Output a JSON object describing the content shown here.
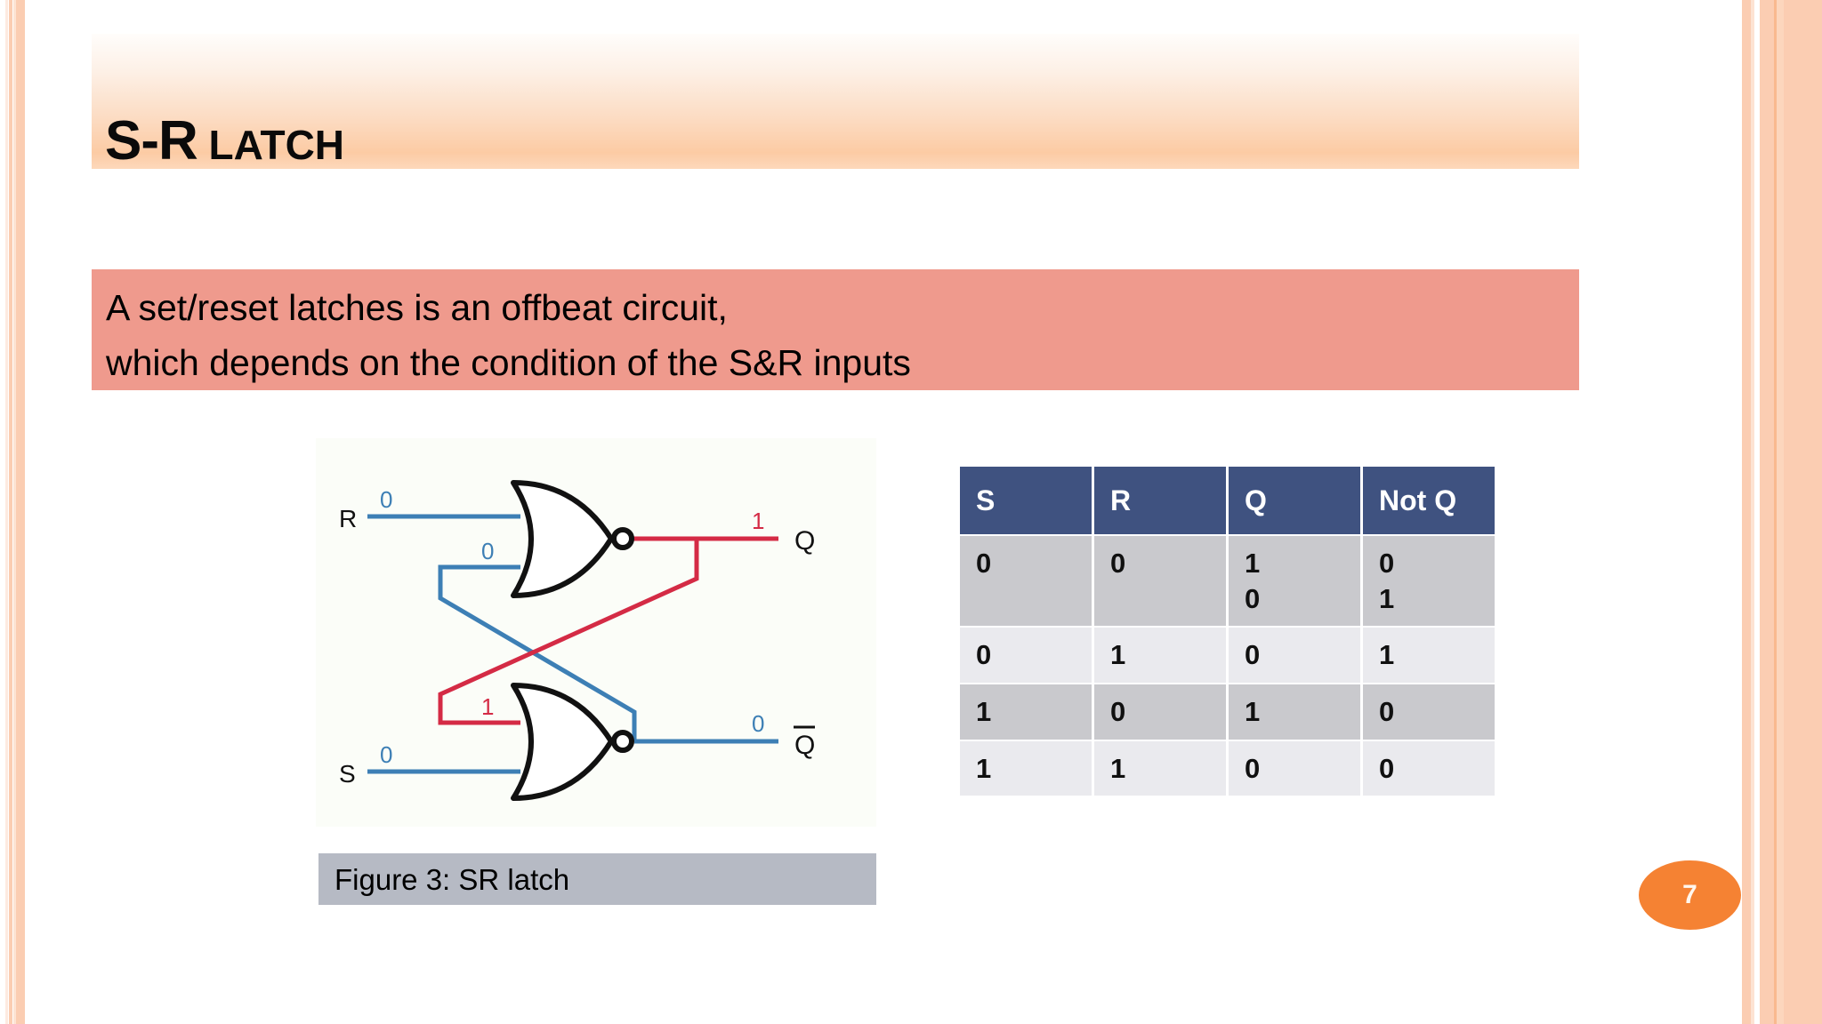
{
  "slide": {
    "title_lead": "S-R",
    "title_rest": "LATCH",
    "page_number": "7"
  },
  "description": {
    "line1": "A set/reset latches is an offbeat circuit,",
    "line2": "which depends on the condition of the S&R inputs"
  },
  "figure": {
    "caption": "Figure 3:  SR latch",
    "labels": {
      "input_r": "R",
      "input_s": "S",
      "output_q": "Q",
      "output_qbar": "Q",
      "r_value": "0",
      "s_value": "0",
      "q_value": "1",
      "qbar_value": "0",
      "nor1_feedback_value": "0",
      "nor2_feedback_value": "1"
    },
    "colors": {
      "wire_blue": "#3d7fb5",
      "wire_red": "#d42b45",
      "gate_outline": "#111111",
      "background": "#fbfdf8"
    }
  },
  "truth_table": {
    "headers": [
      "S",
      "R",
      "Q",
      "Not Q"
    ],
    "rows": [
      [
        "0",
        "0",
        "1\n0",
        "0\n1"
      ],
      [
        "0",
        "1",
        "0",
        "1"
      ],
      [
        "1",
        "0",
        "1",
        "0"
      ],
      [
        "1",
        "1",
        "0",
        "0"
      ]
    ],
    "colors": {
      "header_bg": "#3f5280",
      "header_text": "#ffffff",
      "row_dark": "#c9c9cd",
      "row_light": "#eaeaee"
    }
  },
  "theme": {
    "header_gradient_top": "#fffdfb",
    "header_gradient_bottom": "#fccba4",
    "description_bg": "#ef9a8d",
    "caption_bg": "#b6bac4",
    "badge_bg": "#f58233",
    "stripe_peach": "#fbcdb2",
    "stripe_light": "#fde3d3"
  }
}
